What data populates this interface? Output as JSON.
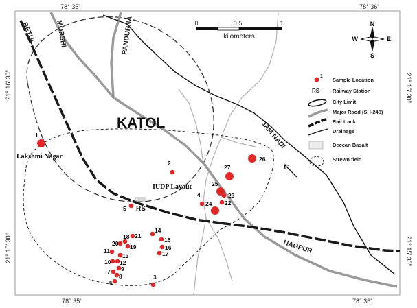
{
  "coords": {
    "top_left": "78° 35'",
    "top_right": "78° 36'",
    "bottom_left": "78° 35'",
    "bottom_right": "78° 36'",
    "left_top": "21° 16' 30\"",
    "left_bottom": "21° 15' 30\"",
    "right_top": "21° 16' 30\"",
    "right_bottom": "21° 15' 30\""
  },
  "town": "KATOL",
  "roads": {
    "betul": "BETUL",
    "morshi": "MORSHI",
    "pandurna": "PANDURNA",
    "nagpur": "NAGPUR",
    "jam_nadi": "JAM NADI"
  },
  "place_labels": {
    "lakshmi_nagar": "Lakshmi Nagar",
    "iudp_layout": "IUDP Layout",
    "railway_station": "RS"
  },
  "scale": {
    "ticks": [
      "0",
      "0.5",
      "1"
    ],
    "unit": "kilometers"
  },
  "compass": {
    "n": "N",
    "s": "S",
    "e": "E",
    "w": "W"
  },
  "legend": [
    {
      "key": "sample",
      "label": "Sample Location",
      "symbol_text": "1"
    },
    {
      "key": "rs",
      "label": "Railway Station",
      "symbol_text": "RS"
    },
    {
      "key": "city",
      "label": "City Limit"
    },
    {
      "key": "road",
      "label": "Major Raod (SH-248)"
    },
    {
      "key": "rail",
      "label": "Rail track"
    },
    {
      "key": "drain",
      "label": "Drainage"
    },
    {
      "key": "basalt",
      "label": "Deccan Basalt"
    },
    {
      "key": "strewn",
      "label": "Strewn field"
    }
  ],
  "colors": {
    "sample": "#e02828",
    "road": "#9a9a9a",
    "rail": "#1a1a1a",
    "basalt": "#cfcfcf"
  },
  "samples": [
    {
      "id": "1",
      "large": true
    },
    {
      "id": "2",
      "large": false
    },
    {
      "id": "3",
      "large": false
    },
    {
      "id": "4",
      "large": false
    },
    {
      "id": "5",
      "large": false
    },
    {
      "id": "6",
      "large": false
    },
    {
      "id": "7",
      "large": false
    },
    {
      "id": "8",
      "large": false
    },
    {
      "id": "9",
      "large": false
    },
    {
      "id": "10",
      "large": false
    },
    {
      "id": "11",
      "large": false
    },
    {
      "id": "12",
      "large": false
    },
    {
      "id": "13",
      "large": false
    },
    {
      "id": "14",
      "large": false
    },
    {
      "id": "15",
      "large": false
    },
    {
      "id": "16",
      "large": false
    },
    {
      "id": "17",
      "large": false
    },
    {
      "id": "18",
      "large": false
    },
    {
      "id": "19",
      "large": false
    },
    {
      "id": "20",
      "large": false
    },
    {
      "id": "21",
      "large": false
    },
    {
      "id": "22",
      "large": false
    },
    {
      "id": "23",
      "large": false
    },
    {
      "id": "24",
      "large": true
    },
    {
      "id": "25",
      "large": true
    },
    {
      "id": "26",
      "large": true
    },
    {
      "id": "27",
      "large": true
    }
  ]
}
